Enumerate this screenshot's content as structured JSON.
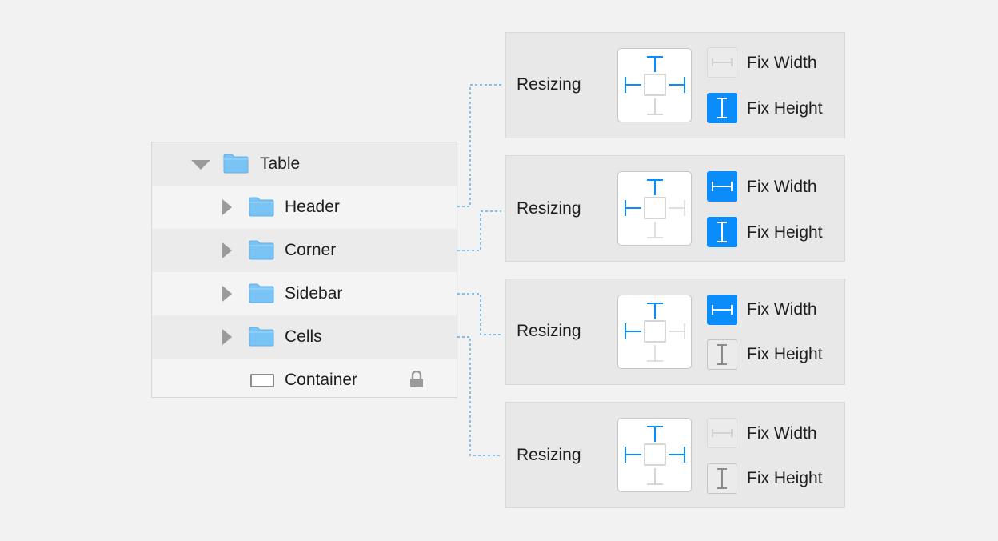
{
  "tree": {
    "items": [
      {
        "label": "Table",
        "icon": "folder-icon",
        "disclosure": "expanded"
      },
      {
        "label": "Header",
        "icon": "folder-icon",
        "disclosure": "collapsed"
      },
      {
        "label": "Corner",
        "icon": "folder-icon",
        "disclosure": "collapsed"
      },
      {
        "label": "Sidebar",
        "icon": "folder-icon",
        "disclosure": "collapsed"
      },
      {
        "label": "Cells",
        "icon": "folder-icon",
        "disclosure": "collapsed"
      },
      {
        "label": "Container",
        "icon": "rectangle-icon",
        "locked": true
      }
    ]
  },
  "panels": [
    {
      "label": "Resizing",
      "pins": {
        "top": true,
        "left": true,
        "right": true,
        "bottom": false
      },
      "fix_width": {
        "label": "Fix Width",
        "state": "disabled"
      },
      "fix_height": {
        "label": "Fix Height",
        "state": "on"
      }
    },
    {
      "label": "Resizing",
      "pins": {
        "top": true,
        "left": true,
        "right": false,
        "bottom": false
      },
      "fix_width": {
        "label": "Fix Width",
        "state": "on"
      },
      "fix_height": {
        "label": "Fix Height",
        "state": "on"
      }
    },
    {
      "label": "Resizing",
      "pins": {
        "top": true,
        "left": true,
        "right": false,
        "bottom": false
      },
      "fix_width": {
        "label": "Fix Width",
        "state": "on"
      },
      "fix_height": {
        "label": "Fix Height",
        "state": "off"
      }
    },
    {
      "label": "Resizing",
      "pins": {
        "top": true,
        "left": true,
        "right": true,
        "bottom": false
      },
      "fix_width": {
        "label": "Fix Width",
        "state": "disabled"
      },
      "fix_height": {
        "label": "Fix Height",
        "state": "off"
      }
    }
  ],
  "colors": {
    "accent": "#0a8dfb",
    "connector": "#5aaee8",
    "folder": "#79c4f5"
  }
}
